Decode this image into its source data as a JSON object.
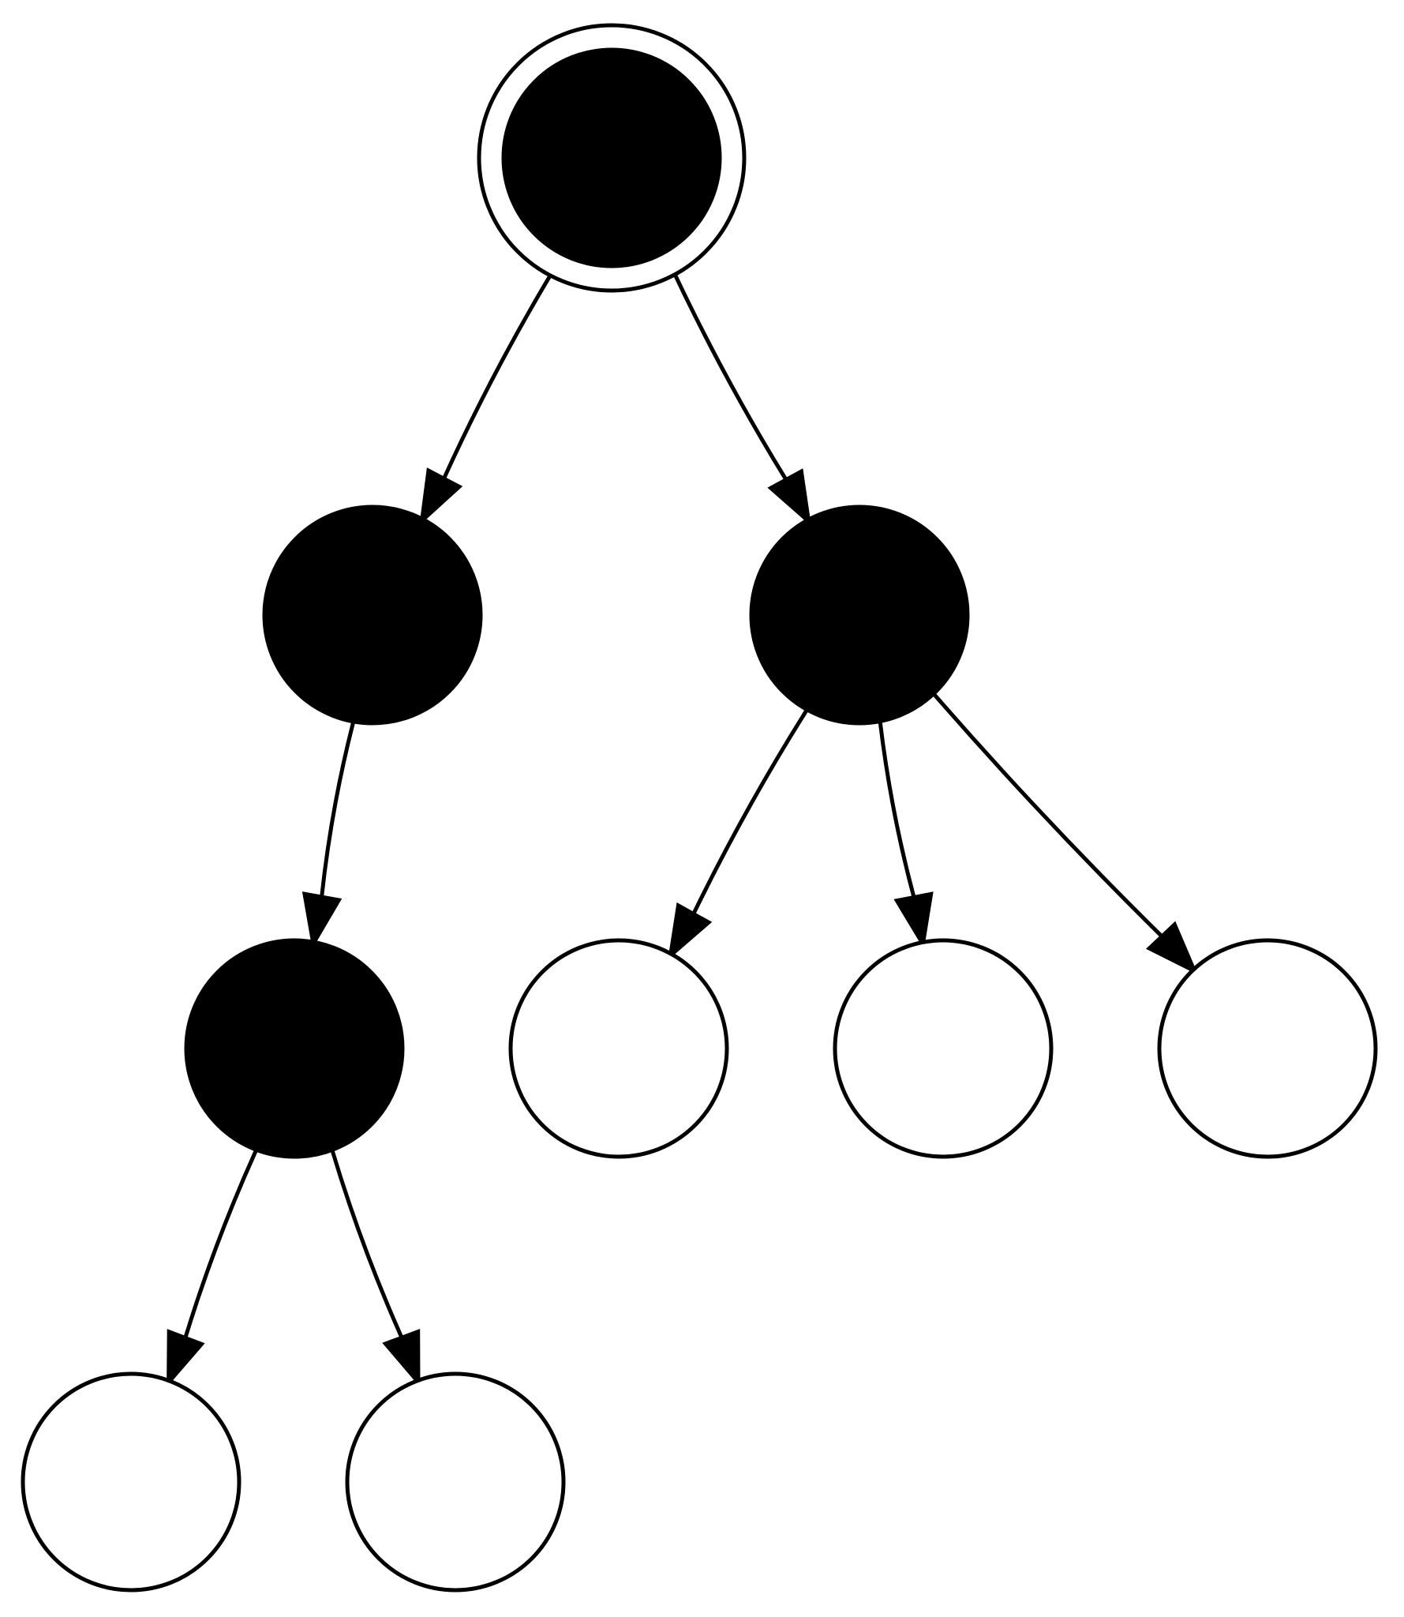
{
  "diagram": {
    "type": "tree",
    "colors": {
      "filled": "#000000",
      "empty": "#ffffff",
      "stroke": "#000000",
      "background": "#ffffff"
    },
    "nodes": [
      {
        "id": "n0",
        "fill": "filled",
        "double_ring": true
      },
      {
        "id": "n1",
        "fill": "filled",
        "double_ring": false
      },
      {
        "id": "n2",
        "fill": "filled",
        "double_ring": false
      },
      {
        "id": "n3",
        "fill": "filled",
        "double_ring": false
      },
      {
        "id": "n4",
        "fill": "empty",
        "double_ring": false
      },
      {
        "id": "n5",
        "fill": "empty",
        "double_ring": false
      },
      {
        "id": "n6",
        "fill": "empty",
        "double_ring": false
      },
      {
        "id": "n7",
        "fill": "empty",
        "double_ring": false
      },
      {
        "id": "n8",
        "fill": "empty",
        "double_ring": false
      }
    ],
    "edges": [
      {
        "from": "n0",
        "to": "n1"
      },
      {
        "from": "n0",
        "to": "n2"
      },
      {
        "from": "n1",
        "to": "n3"
      },
      {
        "from": "n2",
        "to": "n4"
      },
      {
        "from": "n2",
        "to": "n5"
      },
      {
        "from": "n2",
        "to": "n6"
      },
      {
        "from": "n3",
        "to": "n7"
      },
      {
        "from": "n3",
        "to": "n8"
      }
    ]
  }
}
